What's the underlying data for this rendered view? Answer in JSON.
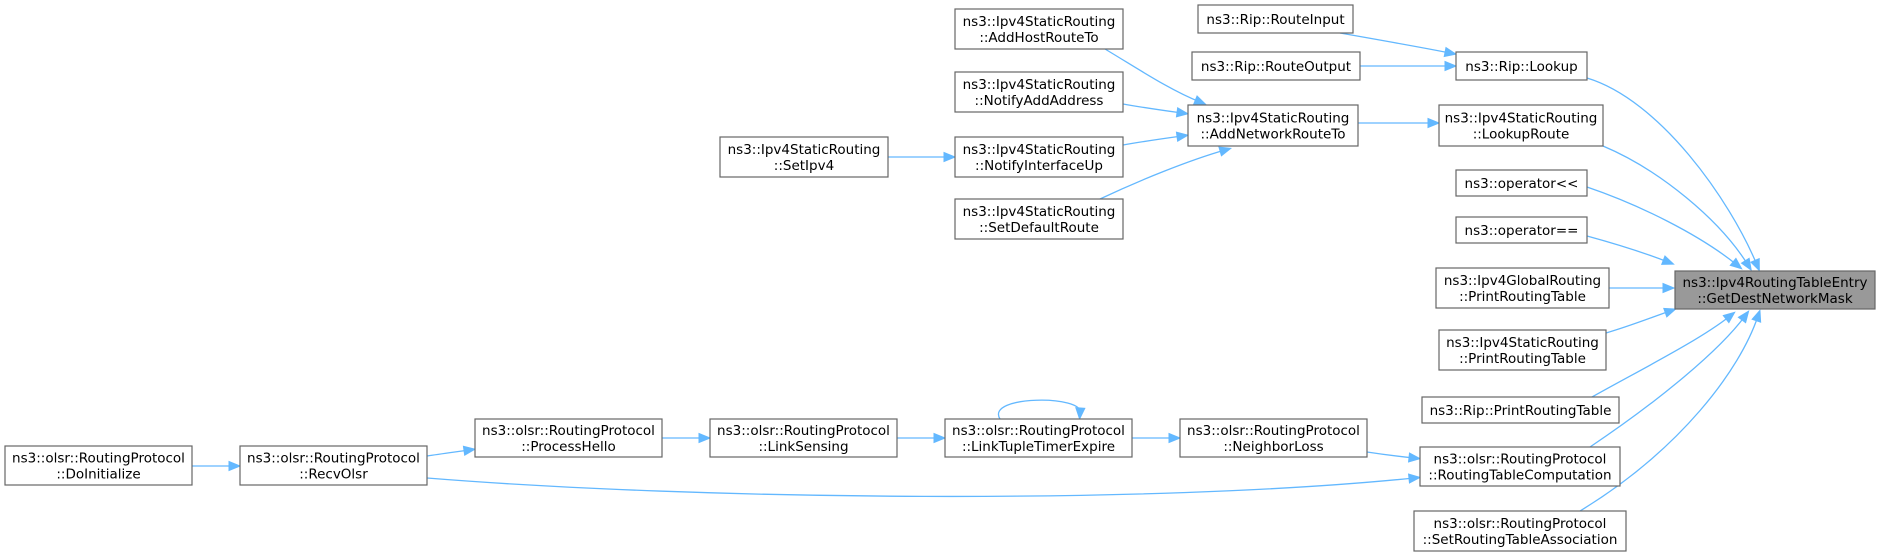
{
  "diagram": {
    "nodes": [
      {
        "id": "focus",
        "lines": [
          "ns3::Ipv4RoutingTableEntry",
          "::GetDestNetworkMask"
        ],
        "highlight": true
      },
      {
        "id": "rip_lookup",
        "lines": [
          "ns3::Rip::Lookup"
        ]
      },
      {
        "id": "rip_routeinput",
        "lines": [
          "ns3::Rip::RouteInput"
        ]
      },
      {
        "id": "rip_routeoutput",
        "lines": [
          "ns3::Rip::RouteOutput"
        ]
      },
      {
        "id": "static_lookuproute",
        "lines": [
          "ns3::Ipv4StaticRouting",
          "::LookupRoute"
        ]
      },
      {
        "id": "static_addnetworkrouteto",
        "lines": [
          "ns3::Ipv4StaticRouting",
          "::AddNetworkRouteTo"
        ]
      },
      {
        "id": "static_addhostrouteto",
        "lines": [
          "ns3::Ipv4StaticRouting",
          "::AddHostRouteTo"
        ]
      },
      {
        "id": "static_notifyaddaddress",
        "lines": [
          "ns3::Ipv4StaticRouting",
          "::NotifyAddAddress"
        ]
      },
      {
        "id": "static_notifyinterfaceup",
        "lines": [
          "ns3::Ipv4StaticRouting",
          "::NotifyInterfaceUp"
        ]
      },
      {
        "id": "static_setdefaultroute",
        "lines": [
          "ns3::Ipv4StaticRouting",
          "::SetDefaultRoute"
        ]
      },
      {
        "id": "static_setipv4",
        "lines": [
          "ns3::Ipv4StaticRouting",
          "::SetIpv4"
        ]
      },
      {
        "id": "op_shift",
        "lines": [
          "ns3::operator<<"
        ]
      },
      {
        "id": "op_eq",
        "lines": [
          "ns3::operator=="
        ]
      },
      {
        "id": "global_printroutingtable",
        "lines": [
          "ns3::Ipv4GlobalRouting",
          "::PrintRoutingTable"
        ]
      },
      {
        "id": "static_printroutingtable",
        "lines": [
          "ns3::Ipv4StaticRouting",
          "::PrintRoutingTable"
        ]
      },
      {
        "id": "rip_printroutingtable",
        "lines": [
          "ns3::Rip::PrintRoutingTable"
        ]
      },
      {
        "id": "olsr_routingtablecomputation",
        "lines": [
          "ns3::olsr::RoutingProtocol",
          "::RoutingTableComputation"
        ]
      },
      {
        "id": "olsr_setroutingtableassociation",
        "lines": [
          "ns3::olsr::RoutingProtocol",
          "::SetRoutingTableAssociation"
        ]
      },
      {
        "id": "olsr_neighborloss",
        "lines": [
          "ns3::olsr::RoutingProtocol",
          "::NeighborLoss"
        ]
      },
      {
        "id": "olsr_linktupletimerexpire",
        "lines": [
          "ns3::olsr::RoutingProtocol",
          "::LinkTupleTimerExpire"
        ]
      },
      {
        "id": "olsr_linksensing",
        "lines": [
          "ns3::olsr::RoutingProtocol",
          "::LinkSensing"
        ]
      },
      {
        "id": "olsr_processhello",
        "lines": [
          "ns3::olsr::RoutingProtocol",
          "::ProcessHello"
        ]
      },
      {
        "id": "olsr_recvolsr",
        "lines": [
          "ns3::olsr::RoutingProtocol",
          "::RecvOlsr"
        ]
      },
      {
        "id": "olsr_doinitialize",
        "lines": [
          "ns3::olsr::RoutingProtocol",
          "::DoInitialize"
        ]
      }
    ],
    "edges": [
      {
        "from": "rip_lookup",
        "to": "focus"
      },
      {
        "from": "static_lookuproute",
        "to": "focus"
      },
      {
        "from": "op_shift",
        "to": "focus"
      },
      {
        "from": "op_eq",
        "to": "focus"
      },
      {
        "from": "global_printroutingtable",
        "to": "focus"
      },
      {
        "from": "static_printroutingtable",
        "to": "focus"
      },
      {
        "from": "rip_printroutingtable",
        "to": "focus"
      },
      {
        "from": "olsr_routingtablecomputation",
        "to": "focus"
      },
      {
        "from": "olsr_setroutingtableassociation",
        "to": "focus"
      },
      {
        "from": "rip_routeinput",
        "to": "rip_lookup"
      },
      {
        "from": "rip_routeoutput",
        "to": "rip_lookup"
      },
      {
        "from": "static_addnetworkrouteto",
        "to": "static_lookuproute"
      },
      {
        "from": "static_addhostrouteto",
        "to": "static_addnetworkrouteto"
      },
      {
        "from": "static_notifyaddaddress",
        "to": "static_addnetworkrouteto"
      },
      {
        "from": "static_notifyinterfaceup",
        "to": "static_addnetworkrouteto"
      },
      {
        "from": "static_setdefaultroute",
        "to": "static_addnetworkrouteto"
      },
      {
        "from": "static_setipv4",
        "to": "static_notifyinterfaceup"
      },
      {
        "from": "olsr_neighborloss",
        "to": "olsr_routingtablecomputation"
      },
      {
        "from": "olsr_recvolsr",
        "to": "olsr_routingtablecomputation"
      },
      {
        "from": "olsr_linktupletimerexpire",
        "to": "olsr_neighborloss"
      },
      {
        "from": "olsr_linktupletimerexpire",
        "to": "olsr_linktupletimerexpire"
      },
      {
        "from": "olsr_linksensing",
        "to": "olsr_linktupletimerexpire"
      },
      {
        "from": "olsr_processhello",
        "to": "olsr_linksensing"
      },
      {
        "from": "olsr_recvolsr",
        "to": "olsr_processhello"
      },
      {
        "from": "olsr_doinitialize",
        "to": "olsr_recvolsr"
      }
    ],
    "colors": {
      "edge": "#63b8ff",
      "node_border": "#666666",
      "focus_fill": "#999999"
    }
  }
}
